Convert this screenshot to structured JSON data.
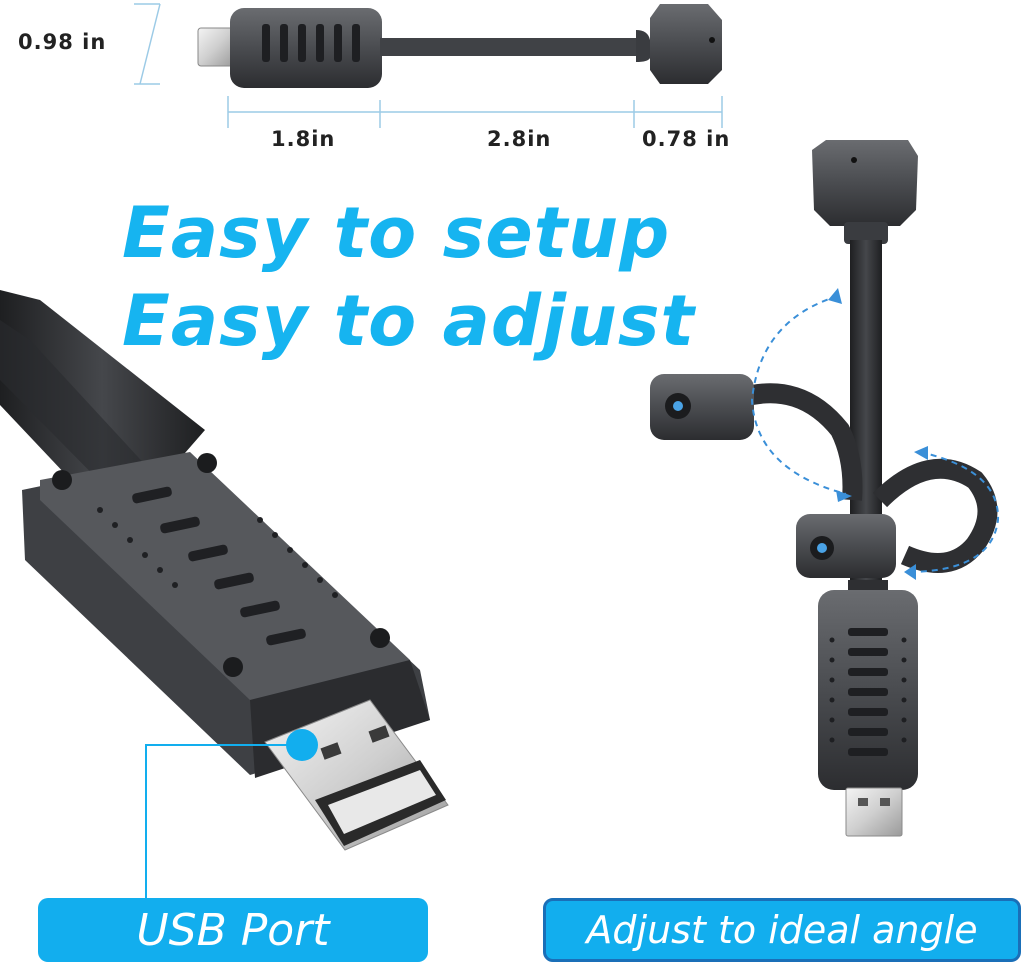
{
  "dimensions": {
    "height": "0.98 in",
    "body_length": "1.8in",
    "neck_length": "2.8in",
    "head_length": "0.78 in"
  },
  "headline": {
    "line1": "Easy to setup",
    "line2": "Easy to adjust"
  },
  "labels": {
    "usb_port": "USB Port",
    "adjust": "Adjust to ideal angle"
  },
  "colors": {
    "accent": "#12aeee",
    "headline": "#16b4f0",
    "device": "#4a4c50",
    "dimension_line": "#9ccbe6"
  }
}
